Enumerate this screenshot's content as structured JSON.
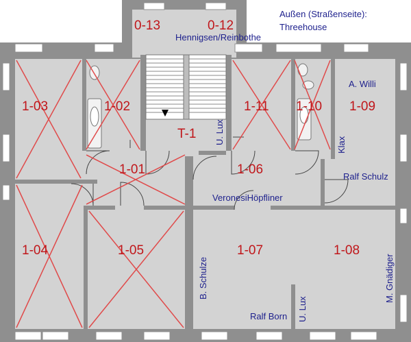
{
  "header": {
    "side_label_line1": "Außen (Straßenseite):",
    "side_label_line2": "Threehouse"
  },
  "rooms": {
    "r0_13": "0-13",
    "r0_12": "0-12",
    "r1_03": "1-03",
    "r1_02": "1-02",
    "r1_11": "1-11",
    "r1_10": "1-10",
    "r1_09": "1-09",
    "rT_1": "T-1",
    "r1_01": "1-01",
    "r1_06": "1-06",
    "r1_04": "1-04",
    "r1_05": "1-05",
    "r1_07": "1-07",
    "r1_08": "1-08"
  },
  "occupants": {
    "hennigsen": "Hennigsen/Reinbothe",
    "willi": "A. Willi",
    "ulux_top": "U. Lux",
    "klax": "Klax",
    "ralf_schulz": "Ralf Schulz",
    "veronesi": "VeronesiHöpfliner",
    "b_schulze": "B. Schulze",
    "m_gnaediger": "M. Gnädiger",
    "ralf_born": "Ralf Born",
    "ulux_bottom": "U. Lux"
  },
  "colors": {
    "wall": "#8f8f8f",
    "floor": "#d3d3d3",
    "room_number": "#c0161a",
    "occupant": "#1c1f8c",
    "cross": "#e04a4a"
  }
}
